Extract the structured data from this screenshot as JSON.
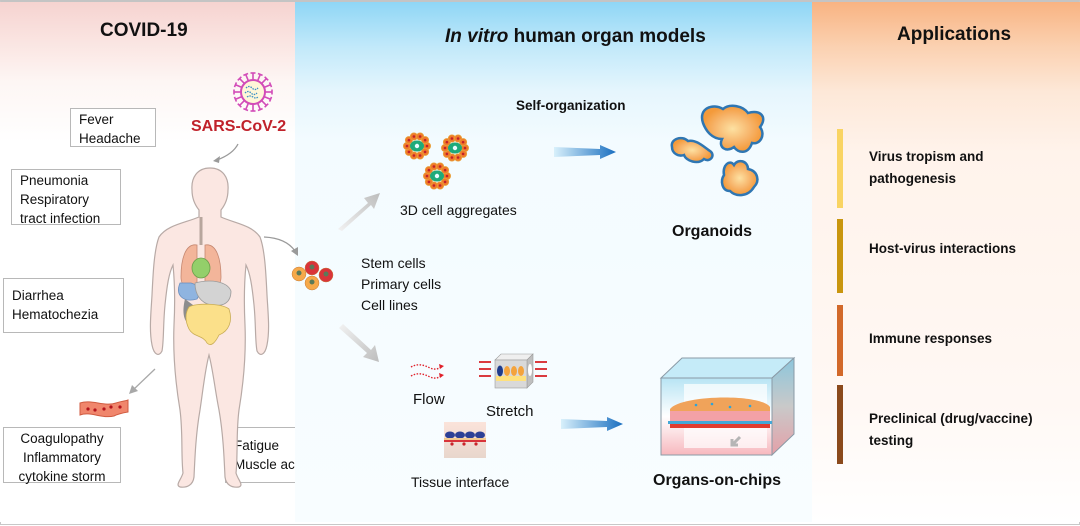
{
  "panels": {
    "left": {
      "title": "COVID-19",
      "virus_label": "SARS-CoV-2",
      "symptom_boxes": [
        {
          "lines": [
            "Fever",
            "Headache"
          ]
        },
        {
          "lines": [
            "Pneumonia",
            "Respiratory",
            "tract infection"
          ]
        },
        {
          "lines": [
            "Diarrhea",
            "Hematochezia"
          ]
        },
        {
          "lines": [
            "Coagulopathy",
            "Inflammatory",
            "cytokine storm"
          ]
        },
        {
          "lines": [
            "Fatigue",
            "Muscle ache"
          ]
        }
      ]
    },
    "middle": {
      "title_italic": "In vitro",
      "title_rest": " human organ models",
      "cell_sources": [
        "Stem cells",
        "Primary cells",
        "Cell lines"
      ],
      "aggregates_label": "3D cell aggregates",
      "self_org_label": "Self-organization",
      "organoids_label": "Organoids",
      "flow_label": "Flow",
      "stretch_label": "Stretch",
      "tissue_label": "Tissue interface",
      "chips_label": "Organs-on-chips"
    },
    "right": {
      "title": "Applications",
      "items": [
        {
          "lines": [
            "Virus tropism and",
            "pathogenesis"
          ],
          "color": "#f9d463"
        },
        {
          "lines": [
            "Host-virus interactions"
          ],
          "color": "#c9960f"
        },
        {
          "lines": [
            "Immune responses"
          ],
          "color": "#d2692a"
        },
        {
          "lines": [
            "Preclinical (drug/vaccine)",
            "testing"
          ],
          "color": "#8b4a1c"
        }
      ]
    }
  },
  "colors": {
    "virus_red": "#c0212a",
    "arrow_blue": "#1a6fc0",
    "body_skin": "#fbe7e2"
  }
}
